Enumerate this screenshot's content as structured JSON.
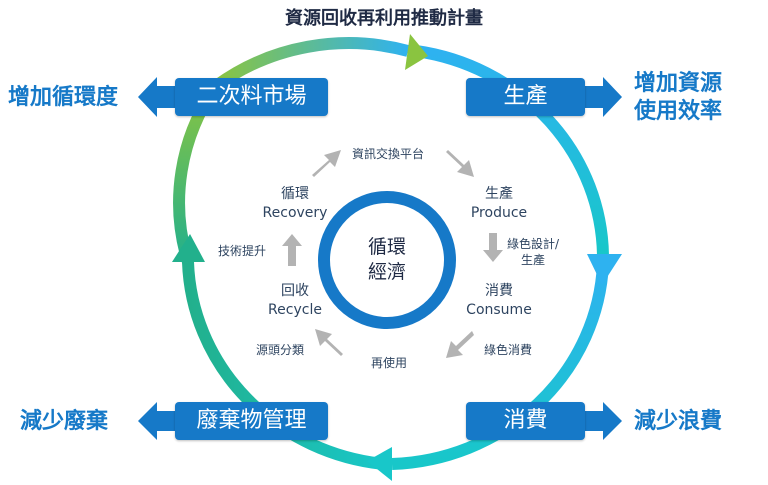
{
  "title": "資源回收再利用推動計畫",
  "corner_boxes": {
    "top_left": "二次料市場",
    "top_right": "生產",
    "bottom_left": "廢棄物管理",
    "bottom_right": "消費"
  },
  "side_labels": {
    "top_left": "增加循環度",
    "top_right_line1": "增加資源",
    "top_right_line2": "使用效率",
    "bottom_left": "減少廢棄",
    "bottom_right": "減少浪費"
  },
  "inner_nodes": {
    "recovery_zh": "循環",
    "recovery_en": "Recovery",
    "produce_zh": "生產",
    "produce_en": "Produce",
    "consume_zh": "消費",
    "consume_en": "Consume",
    "recycle_zh": "回收",
    "recycle_en": "Recycle"
  },
  "inner_arrow_labels": {
    "top": "資訊交換平台",
    "right_line1": "綠色設計/",
    "right_line2": "生產",
    "bottom_right": "綠色消費",
    "bottom": "再使用",
    "bottom_left": "源頭分類",
    "left": "技術提升"
  },
  "center": {
    "line1": "循環",
    "line2": "經濟"
  },
  "colors": {
    "box_blue": "#1679c8",
    "ring_center": "#1679c8",
    "ring_green": "#8ac440",
    "ring_teal": "#18c7c9",
    "ring_light_blue": "#2eb2f0",
    "inner_arrow_gray": "#b3b3b3"
  }
}
